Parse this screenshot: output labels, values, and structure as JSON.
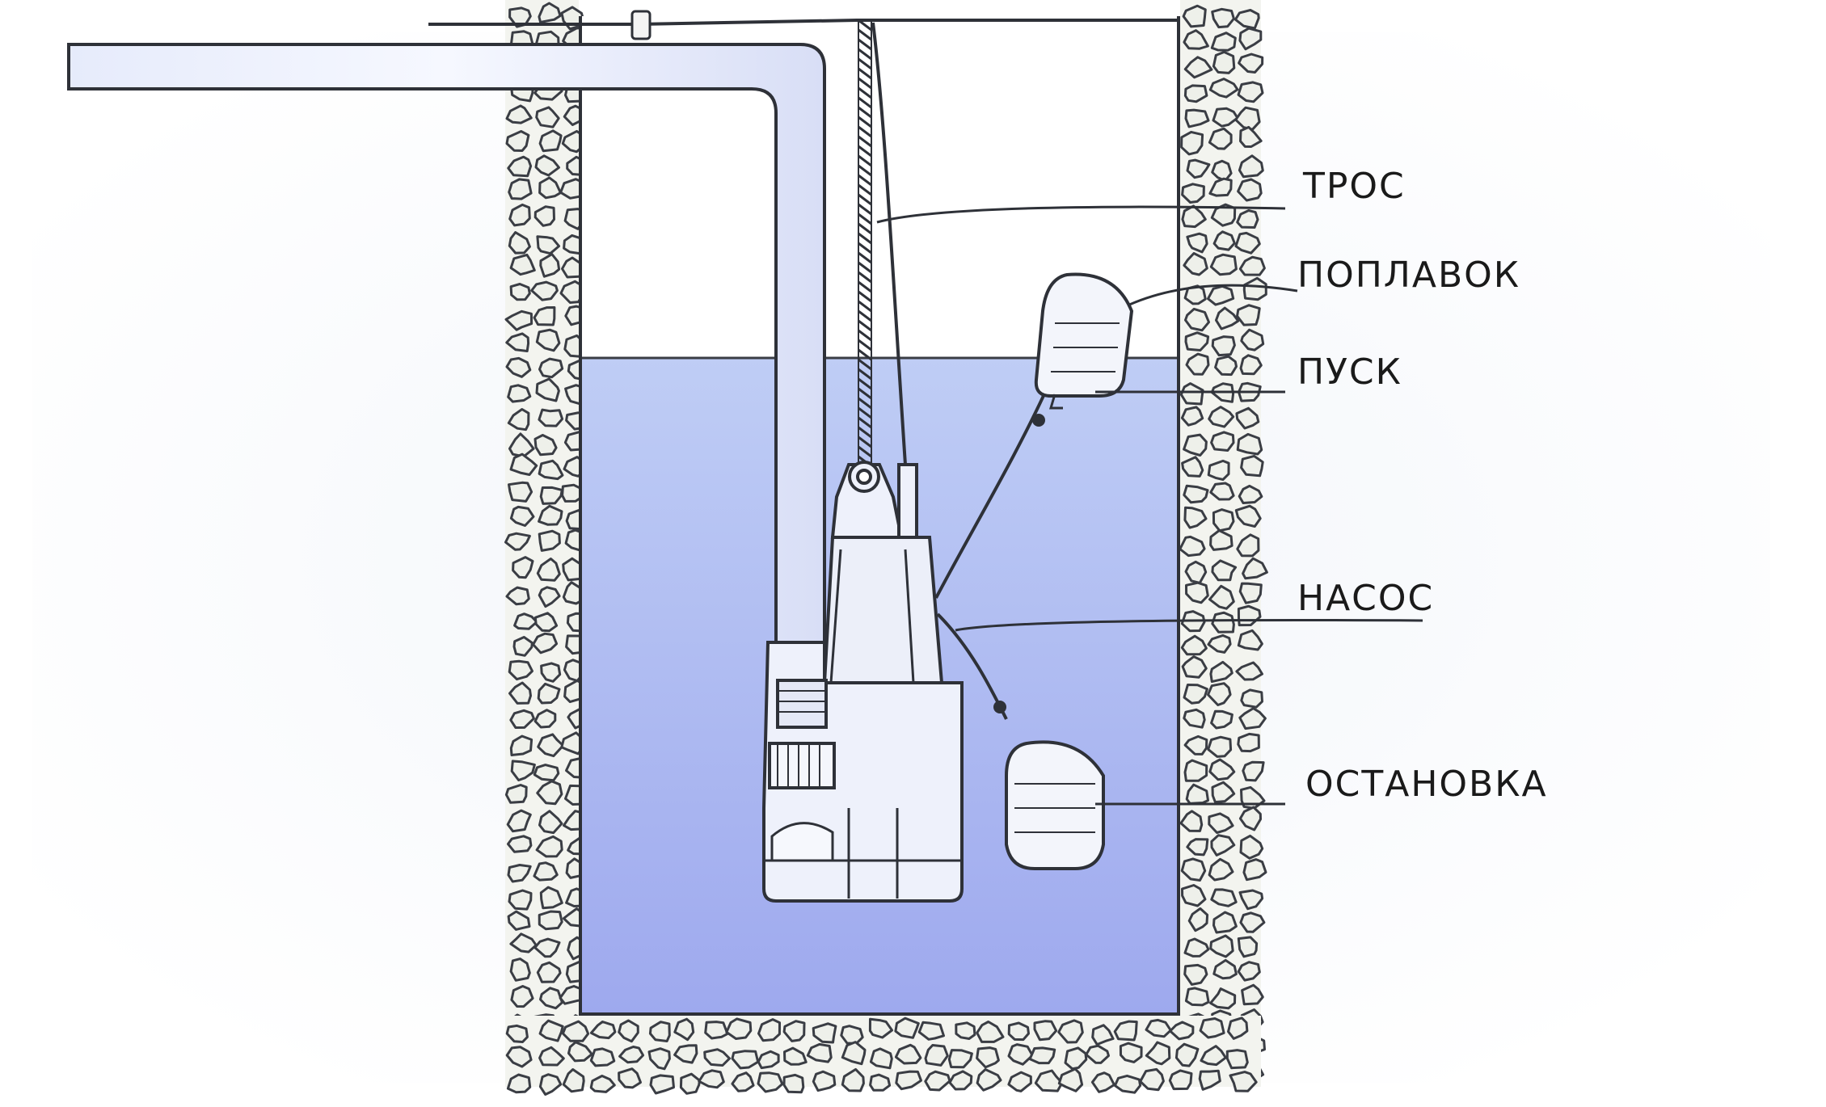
{
  "diagram": {
    "labels": {
      "rope": "ТРОС",
      "float": "ПОПЛАВОК",
      "start": "ПУСК",
      "pump": "НАСОС",
      "stop": "ОСТАНОВКА"
    },
    "colors": {
      "water_top": "#b9c7f2",
      "water_bottom": "#9aa7ee",
      "pipe": "#dfe6fb",
      "gravel_fill": "#e9ece6",
      "line": "#3a3d44"
    }
  }
}
